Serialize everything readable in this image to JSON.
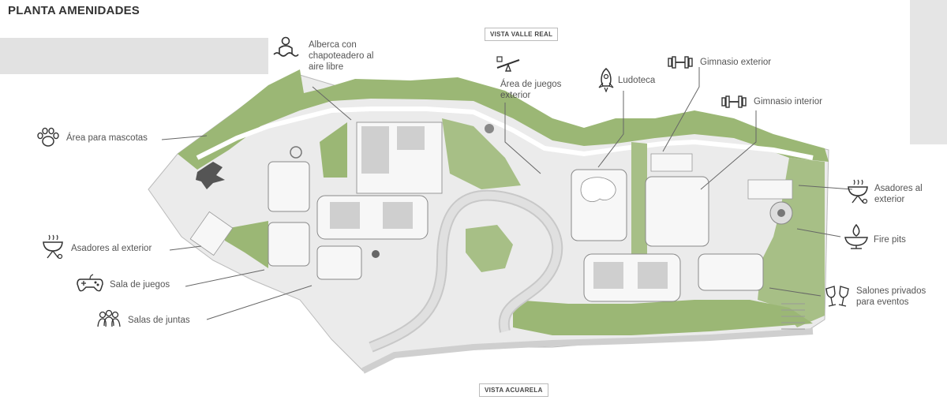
{
  "title": "PLANTA AMENIDADES",
  "views": {
    "top": "VISTA VALLE REAL",
    "bottom": "VISTA ACUARELA"
  },
  "amenities": {
    "alberca": {
      "line1": "Alberca con",
      "line2": "chapoteadero al",
      "line3": "aire libre",
      "icon": "swimmer-icon"
    },
    "juegos_ext": {
      "line1": "Área de juegos",
      "line2": "exterior",
      "icon": "seesaw-icon"
    },
    "ludoteca": {
      "label": "Ludoteca",
      "icon": "rocket-icon"
    },
    "gym_ext": {
      "label": "Gimnasio exterior",
      "icon": "dumbbell-icon"
    },
    "gym_int": {
      "label": "Gimnasio interior",
      "icon": "dumbbell-icon"
    },
    "mascotas": {
      "label": "Área para mascotas",
      "icon": "paw-icon"
    },
    "asadores_der": {
      "line1": "Asadores al",
      "line2": "exterior",
      "icon": "grill-icon"
    },
    "fire_pits": {
      "label": "Fire pits",
      "icon": "fire-pit-icon"
    },
    "asadores_izq": {
      "label": "Asadores al exterior",
      "icon": "grill-icon"
    },
    "sala_juegos": {
      "label": "Sala de juegos",
      "icon": "gamepad-icon"
    },
    "salas_juntas": {
      "label": "Salas de juntas",
      "icon": "people-icon"
    },
    "salones": {
      "line1": "Salones privados",
      "line2": "para eventos",
      "icon": "toast-glasses-icon"
    }
  },
  "colors": {
    "green": "#8fae6a",
    "path": "#ffffff",
    "ground": "#ebebeb",
    "building": "#f4f4f4"
  }
}
